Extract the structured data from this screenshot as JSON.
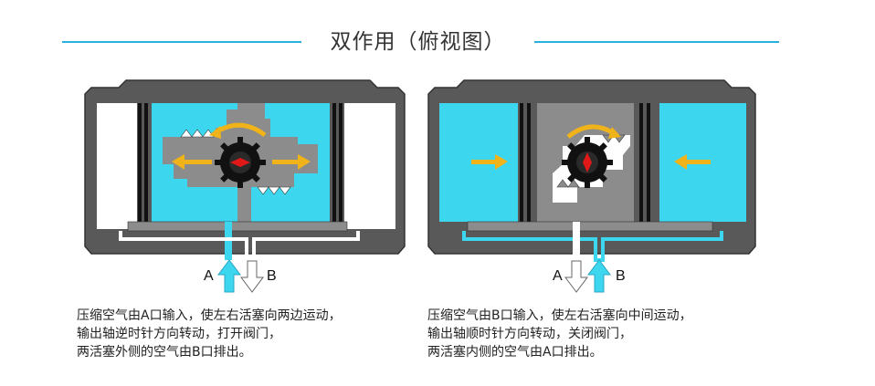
{
  "title": "双作用（俯视图）",
  "colors": {
    "accent": "#29b0dd",
    "cyan_fill": "#3dd6ef",
    "housing": "#595959",
    "inner_gray": "#8c8c8c",
    "gear": "#111111",
    "gear_center": "#e01818",
    "arrow_yellow": "#f1b31a",
    "arrow_outline": "#666666"
  },
  "panels": [
    {
      "label_a": "A",
      "label_b": "B",
      "description": [
        "压缩空气由A口输入，使左右活塞向两边运动，",
        "输出轴逆时针方向转动，打开阀门，",
        "两活塞外侧的空气由B口排出。"
      ]
    },
    {
      "label_a": "A",
      "label_b": "B",
      "description": [
        "压缩空气由B口输入，使左右活塞向中间运动，",
        "输出轴顺时针方向转动，关闭阀门，",
        "两活塞内侧的空气由A口排出。"
      ]
    }
  ]
}
